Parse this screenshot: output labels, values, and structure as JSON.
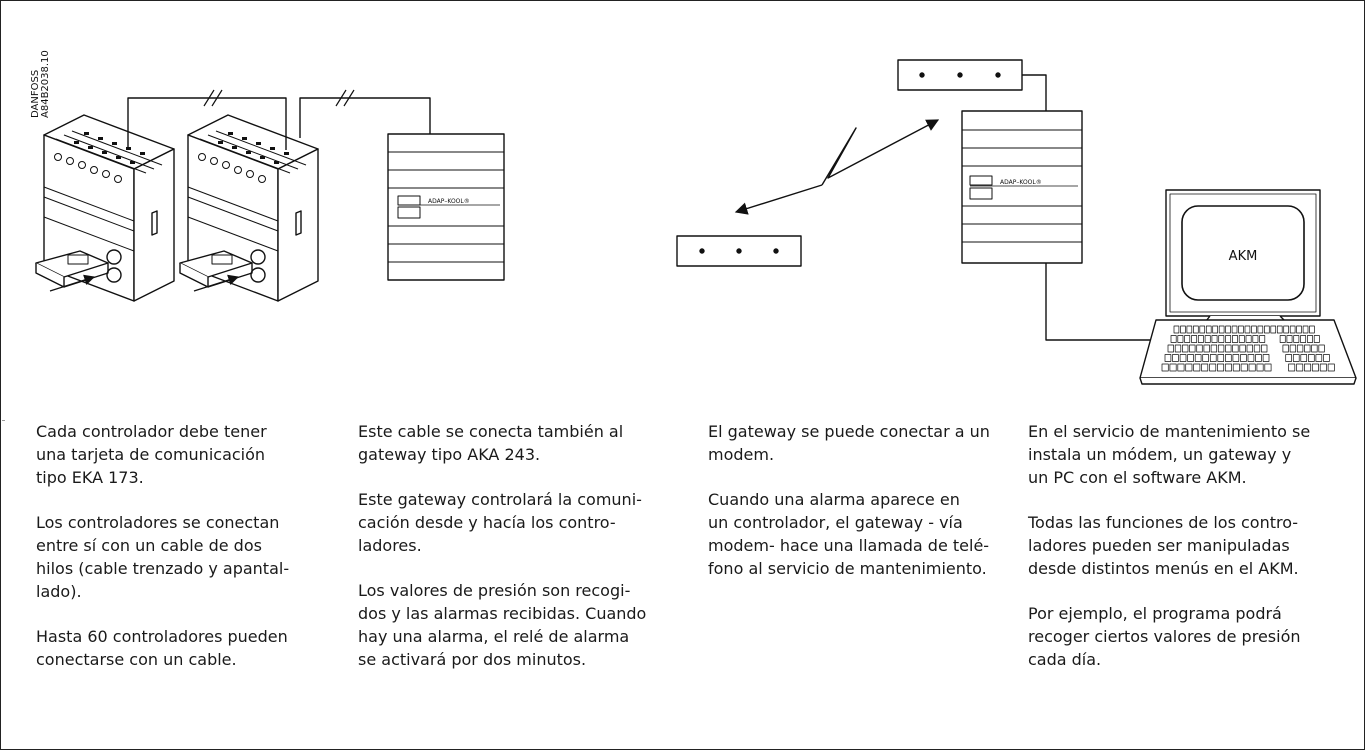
{
  "code_label": {
    "line1": "DANFOSS",
    "line2": "A84B2038.10"
  },
  "gateway_label": "ADAP–KOOL",
  "screen_label": "AKM",
  "columns": [
    {
      "paragraphs": [
        "Cada controlador debe tener\nuna tarjeta de comunicación\ntipo EKA 173.",
        "Los controladores se conectan\nentre sí con un cable de dos\nhilos (cable trenzado y apantal-\nlado).",
        "Hasta 60 controladores pueden\nconectarse con un cable."
      ]
    },
    {
      "paragraphs": [
        "Este cable se conecta también al\ngateway tipo AKA 243.",
        "Este gateway controlará la comuni-\ncación desde y hacía los contro-\nladores.",
        "Los valores de presión son recogi-\ndos y las alarmas recibidas. Cuando\nhay una alarma, el relé de alarma\nse activará por dos minutos."
      ]
    },
    {
      "paragraphs": [
        "El gateway se puede conectar a un\nmodem.",
        "Cuando una alarma aparece en\nun controlador, el gateway - vía\nmodem- hace una llamada de telé-\nfono al servicio de mantenimiento."
      ]
    },
    {
      "paragraphs": [
        "En el servicio de mantenimiento se\ninstala un módem, un gateway y\nun PC con el software AKM.",
        "Todas las funciones de los contro-\nladores pueden ser manipuladas\ndesde distintos menús en el AKM.",
        "Por ejemplo, el programa podrá\nrecoger ciertos valores de presión\ncada día."
      ]
    }
  ]
}
